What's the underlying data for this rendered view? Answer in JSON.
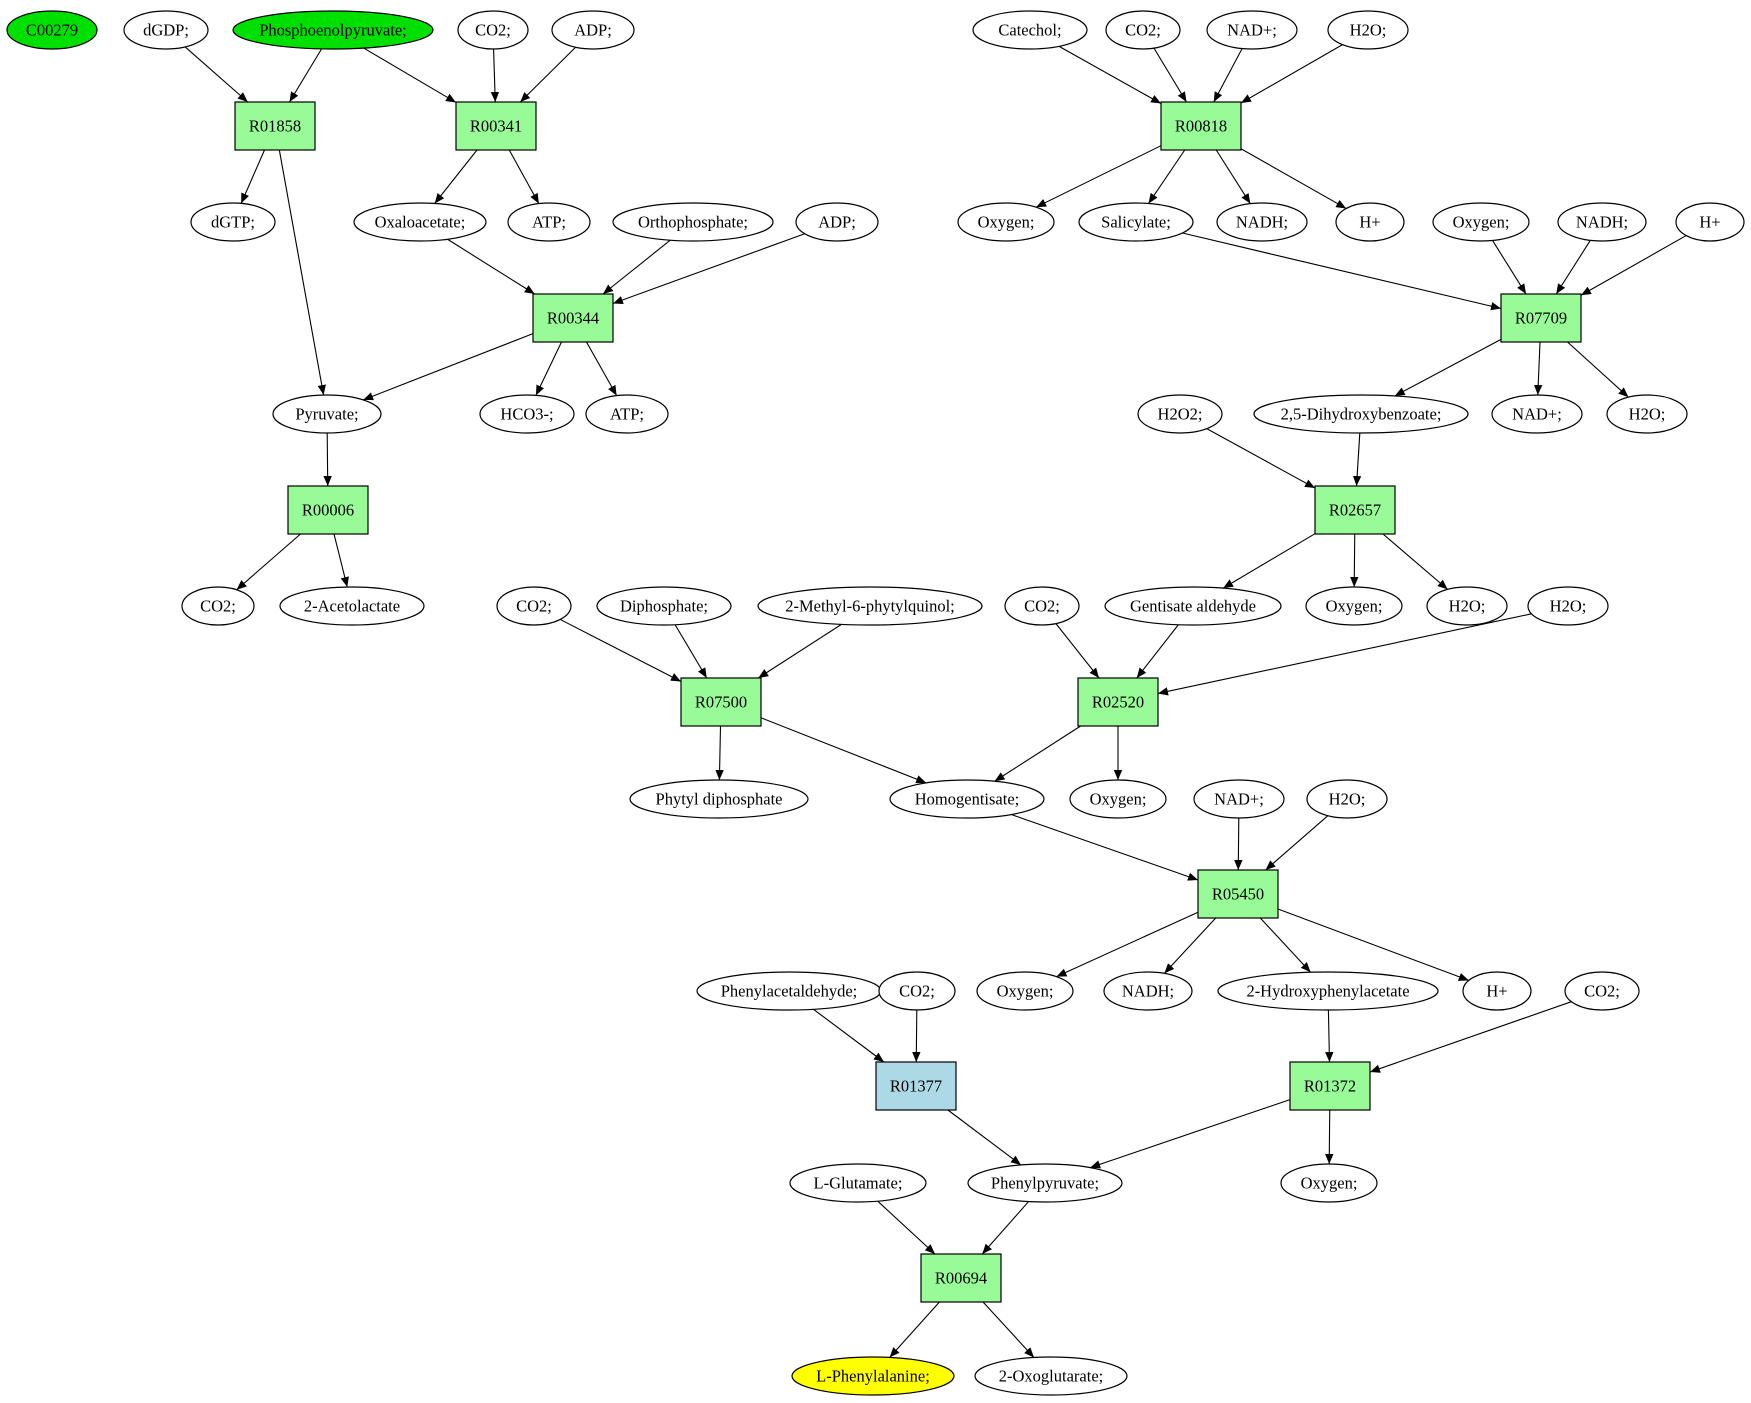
{
  "colors": {
    "metabolite_fill": "#ffffff",
    "source_fill": "#00e000",
    "target_fill": "#ffff00",
    "reaction_fill": "#98fb98",
    "highlight_reaction_fill": "#add8e6"
  },
  "metabolites": [
    {
      "id": "m_c00279",
      "label": "C00279",
      "style": "source"
    },
    {
      "id": "m_dgdp",
      "label": "dGDP;"
    },
    {
      "id": "m_pep",
      "label": "Phosphoenolpyruvate;",
      "style": "source"
    },
    {
      "id": "m_co2_a",
      "label": "CO2;"
    },
    {
      "id": "m_adp_a",
      "label": "ADP;"
    },
    {
      "id": "m_dgtp",
      "label": "dGTP;"
    },
    {
      "id": "m_oxaloacetate",
      "label": "Oxaloacetate;"
    },
    {
      "id": "m_atp_a",
      "label": "ATP;"
    },
    {
      "id": "m_orthophosphate",
      "label": "Orthophosphate;"
    },
    {
      "id": "m_adp_b",
      "label": "ADP;"
    },
    {
      "id": "m_pyruvate",
      "label": "Pyruvate;"
    },
    {
      "id": "m_hco3",
      "label": "HCO3-;"
    },
    {
      "id": "m_atp_b",
      "label": "ATP;"
    },
    {
      "id": "m_co2_b",
      "label": "CO2;"
    },
    {
      "id": "m_acetolactate",
      "label": "2-Acetolactate"
    },
    {
      "id": "m_catechol",
      "label": "Catechol;"
    },
    {
      "id": "m_co2_c",
      "label": "CO2;"
    },
    {
      "id": "m_nadp_a",
      "label": "NAD+;"
    },
    {
      "id": "m_h2o_a",
      "label": "H2O;"
    },
    {
      "id": "m_oxygen_a",
      "label": "Oxygen;"
    },
    {
      "id": "m_salicylate",
      "label": "Salicylate;"
    },
    {
      "id": "m_nadh_a",
      "label": "NADH;"
    },
    {
      "id": "m_hplus_a",
      "label": "H+"
    },
    {
      "id": "m_oxygen_b",
      "label": "Oxygen;"
    },
    {
      "id": "m_nadh_b",
      "label": "NADH;"
    },
    {
      "id": "m_hplus_b",
      "label": "H+"
    },
    {
      "id": "m_h2o2",
      "label": "H2O2;"
    },
    {
      "id": "m_dhb",
      "label": "2,5-Dihydroxybenzoate;"
    },
    {
      "id": "m_nadp_b",
      "label": "NAD+;"
    },
    {
      "id": "m_h2o_b",
      "label": "H2O;"
    },
    {
      "id": "m_co2_d",
      "label": "CO2;"
    },
    {
      "id": "m_diphosphate",
      "label": "Diphosphate;"
    },
    {
      "id": "m_mpq",
      "label": "2-Methyl-6-phytylquinol;"
    },
    {
      "id": "m_co2_e",
      "label": "CO2;"
    },
    {
      "id": "m_gentisald",
      "label": "Gentisate aldehyde"
    },
    {
      "id": "m_oxygen_c",
      "label": "Oxygen;"
    },
    {
      "id": "m_h2o_c",
      "label": "H2O;"
    },
    {
      "id": "m_h2o_d",
      "label": "H2O;"
    },
    {
      "id": "m_phytyl",
      "label": "Phytyl diphosphate"
    },
    {
      "id": "m_homogentisate",
      "label": "Homogentisate;"
    },
    {
      "id": "m_oxygen_d",
      "label": "Oxygen;"
    },
    {
      "id": "m_nadp_c",
      "label": "NAD+;"
    },
    {
      "id": "m_h2o_e",
      "label": "H2O;"
    },
    {
      "id": "m_phenacetald",
      "label": "Phenylacetaldehyde;"
    },
    {
      "id": "m_co2_f",
      "label": "CO2;"
    },
    {
      "id": "m_oxygen_e",
      "label": "Oxygen;"
    },
    {
      "id": "m_nadh_c",
      "label": "NADH;"
    },
    {
      "id": "m_hpa",
      "label": "2-Hydroxyphenylacetate"
    },
    {
      "id": "m_hplus_c",
      "label": "H+"
    },
    {
      "id": "m_co2_g",
      "label": "CO2;"
    },
    {
      "id": "m_glutamate",
      "label": "L-Glutamate;"
    },
    {
      "id": "m_phenylpyruvate",
      "label": "Phenylpyruvate;"
    },
    {
      "id": "m_oxygen_f",
      "label": "Oxygen;"
    },
    {
      "id": "m_phe",
      "label": "L-Phenylalanine;",
      "style": "target"
    },
    {
      "id": "m_oxoglutarate",
      "label": "2-Oxoglutarate;"
    }
  ],
  "reactions": [
    {
      "id": "r_R01858",
      "label": "R01858"
    },
    {
      "id": "r_R00341",
      "label": "R00341"
    },
    {
      "id": "r_R00344",
      "label": "R00344"
    },
    {
      "id": "r_R00006",
      "label": "R00006"
    },
    {
      "id": "r_R00818",
      "label": "R00818"
    },
    {
      "id": "r_R07709",
      "label": "R07709"
    },
    {
      "id": "r_R02657",
      "label": "R02657"
    },
    {
      "id": "r_R07500",
      "label": "R07500"
    },
    {
      "id": "r_R02520",
      "label": "R02520"
    },
    {
      "id": "r_R05450",
      "label": "R05450"
    },
    {
      "id": "r_R01377",
      "label": "R01377",
      "style": "highlight"
    },
    {
      "id": "r_R01372",
      "label": "R01372"
    },
    {
      "id": "r_R00694",
      "label": "R00694"
    }
  ],
  "edges": [
    [
      "m_dgdp",
      "r_R01858"
    ],
    [
      "m_pep",
      "r_R01858"
    ],
    [
      "m_pep",
      "r_R00341"
    ],
    [
      "m_co2_a",
      "r_R00341"
    ],
    [
      "m_adp_a",
      "r_R00341"
    ],
    [
      "r_R01858",
      "m_dgtp"
    ],
    [
      "r_R01858",
      "m_pyruvate"
    ],
    [
      "r_R00341",
      "m_oxaloacetate"
    ],
    [
      "r_R00341",
      "m_atp_a"
    ],
    [
      "m_oxaloacetate",
      "r_R00344"
    ],
    [
      "m_orthophosphate",
      "r_R00344"
    ],
    [
      "m_adp_b",
      "r_R00344"
    ],
    [
      "r_R00344",
      "m_pyruvate"
    ],
    [
      "r_R00344",
      "m_hco3"
    ],
    [
      "r_R00344",
      "m_atp_b"
    ],
    [
      "m_pyruvate",
      "r_R00006"
    ],
    [
      "r_R00006",
      "m_co2_b"
    ],
    [
      "r_R00006",
      "m_acetolactate"
    ],
    [
      "m_catechol",
      "r_R00818"
    ],
    [
      "m_co2_c",
      "r_R00818"
    ],
    [
      "m_nadp_a",
      "r_R00818"
    ],
    [
      "m_h2o_a",
      "r_R00818"
    ],
    [
      "r_R00818",
      "m_oxygen_a"
    ],
    [
      "r_R00818",
      "m_salicylate"
    ],
    [
      "r_R00818",
      "m_nadh_a"
    ],
    [
      "r_R00818",
      "m_hplus_a"
    ],
    [
      "m_salicylate",
      "r_R07709"
    ],
    [
      "m_oxygen_b",
      "r_R07709"
    ],
    [
      "m_nadh_b",
      "r_R07709"
    ],
    [
      "m_hplus_b",
      "r_R07709"
    ],
    [
      "r_R07709",
      "m_dhb"
    ],
    [
      "r_R07709",
      "m_nadp_b"
    ],
    [
      "r_R07709",
      "m_h2o_b"
    ],
    [
      "m_h2o2",
      "r_R02657"
    ],
    [
      "m_dhb",
      "r_R02657"
    ],
    [
      "r_R02657",
      "m_gentisald"
    ],
    [
      "r_R02657",
      "m_oxygen_c"
    ],
    [
      "r_R02657",
      "m_h2o_c"
    ],
    [
      "m_co2_d",
      "r_R07500"
    ],
    [
      "m_diphosphate",
      "r_R07500"
    ],
    [
      "m_mpq",
      "r_R07500"
    ],
    [
      "r_R07500",
      "m_phytyl"
    ],
    [
      "r_R07500",
      "m_homogentisate"
    ],
    [
      "m_co2_e",
      "r_R02520"
    ],
    [
      "m_gentisald",
      "r_R02520"
    ],
    [
      "m_h2o_d",
      "r_R02520"
    ],
    [
      "r_R02520",
      "m_homogentisate"
    ],
    [
      "r_R02520",
      "m_oxygen_d"
    ],
    [
      "m_homogentisate",
      "r_R05450"
    ],
    [
      "m_nadp_c",
      "r_R05450"
    ],
    [
      "m_h2o_e",
      "r_R05450"
    ],
    [
      "r_R05450",
      "m_oxygen_e"
    ],
    [
      "r_R05450",
      "m_nadh_c"
    ],
    [
      "r_R05450",
      "m_hpa"
    ],
    [
      "r_R05450",
      "m_hplus_c"
    ],
    [
      "m_phenacetald",
      "r_R01377"
    ],
    [
      "m_co2_f",
      "r_R01377"
    ],
    [
      "m_hpa",
      "r_R01372"
    ],
    [
      "m_co2_g",
      "r_R01372"
    ],
    [
      "r_R01377",
      "m_phenylpyruvate"
    ],
    [
      "r_R01372",
      "m_phenylpyruvate"
    ],
    [
      "r_R01372",
      "m_oxygen_f"
    ],
    [
      "m_glutamate",
      "r_R00694"
    ],
    [
      "m_phenylpyruvate",
      "r_R00694"
    ],
    [
      "r_R00694",
      "m_phe"
    ],
    [
      "r_R00694",
      "m_oxoglutarate"
    ]
  ]
}
